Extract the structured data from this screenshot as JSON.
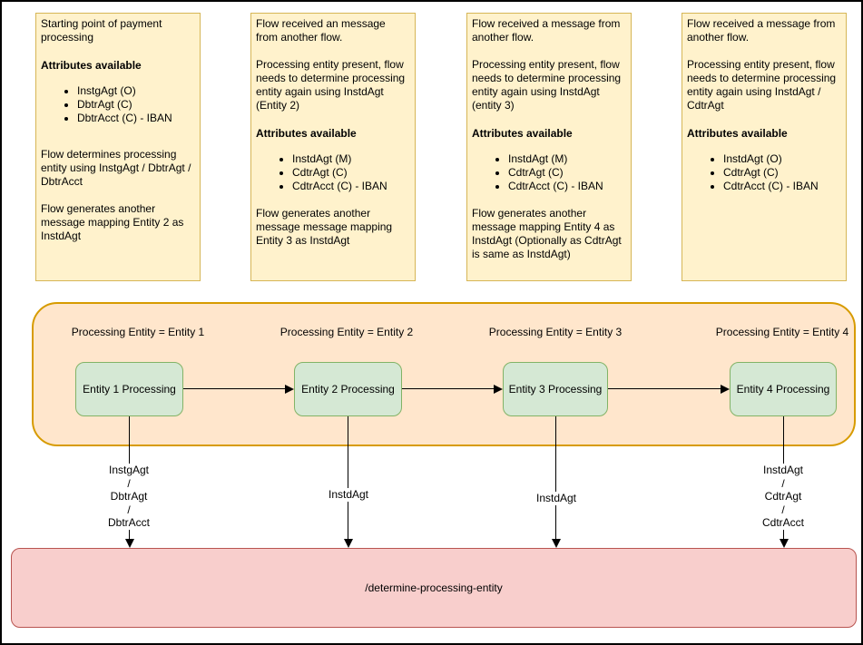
{
  "notes": [
    {
      "intro": "Starting point of payment processing",
      "heading": "Attributes available",
      "items": [
        "InstgAgt (O)",
        "DbtrAgt (C)",
        "DbtrAcct (C) - IBAN"
      ],
      "outro": "Flow determines processing entity using InstgAgt / DbtrAgt / DbtrAcct\n\nFlow generates another message mapping Entity 2 as InstdAgt"
    },
    {
      "intro": "Flow received an message from another flow.\n\nProcessing entity present, flow needs to determine processing entity again using InstdAgt (Entity 2)",
      "heading": "Attributes available",
      "items": [
        "InstdAgt (M)",
        "CdtrAgt (C)",
        "CdtrAcct (C) - IBAN"
      ],
      "outro": "Flow generates another message message mapping Entity 3 as InstdAgt"
    },
    {
      "intro": "Flow received a message from another flow.\n\nProcessing entity present, flow needs to determine processing entity again using InstdAgt (entity 3)",
      "heading": "Attributes available",
      "items": [
        "InstdAgt (M)",
        "CdtrAgt (C)",
        "CdtrAcct (C) - IBAN"
      ],
      "outro": "Flow generates another message mapping Entity 4 as InstdAgt (Optionally as CdtrAgt is same as InstdAgt)"
    },
    {
      "intro": "Flow received a message from another flow.\n\nProcessing entity present, flow needs to determine processing entity again using InstdAgt / CdtrAgt",
      "heading": "Attributes available",
      "items": [
        "InstdAgt (O)",
        "CdtrAgt (C)",
        "CdtrAcct (C) - IBAN"
      ],
      "outro": ""
    }
  ],
  "pipeline": {
    "stages": [
      {
        "label": "Processing Entity = Entity 1",
        "box": "Entity 1 Processing",
        "arrow_label": "InstgAgt\n/\nDbtrAgt\n/\nDbtrAcct"
      },
      {
        "label": "Processing Entity = Entity 2",
        "box": "Entity 2 Processing",
        "arrow_label": "InstdAgt"
      },
      {
        "label": "Processing Entity = Entity 3",
        "box": "Entity 3 Processing",
        "arrow_label": "InstdAgt"
      },
      {
        "label": "Processing Entity = Entity 4",
        "box": "Entity 4 Processing",
        "arrow_label": "InstdAgt\n/\nCdtrAgt\n/\nCdtrAcct"
      }
    ]
  },
  "endpoint": {
    "label": "/determine-processing-entity"
  },
  "colors": {
    "note_fill": "#FFF2CC",
    "note_border": "#D6B656",
    "container_fill": "#FFE6CC",
    "container_border": "#D79B00",
    "process_fill": "#D5E8D4",
    "process_border": "#82B366",
    "endpoint_fill": "#F8CECC",
    "endpoint_border": "#B85450",
    "connector": "#000000"
  }
}
